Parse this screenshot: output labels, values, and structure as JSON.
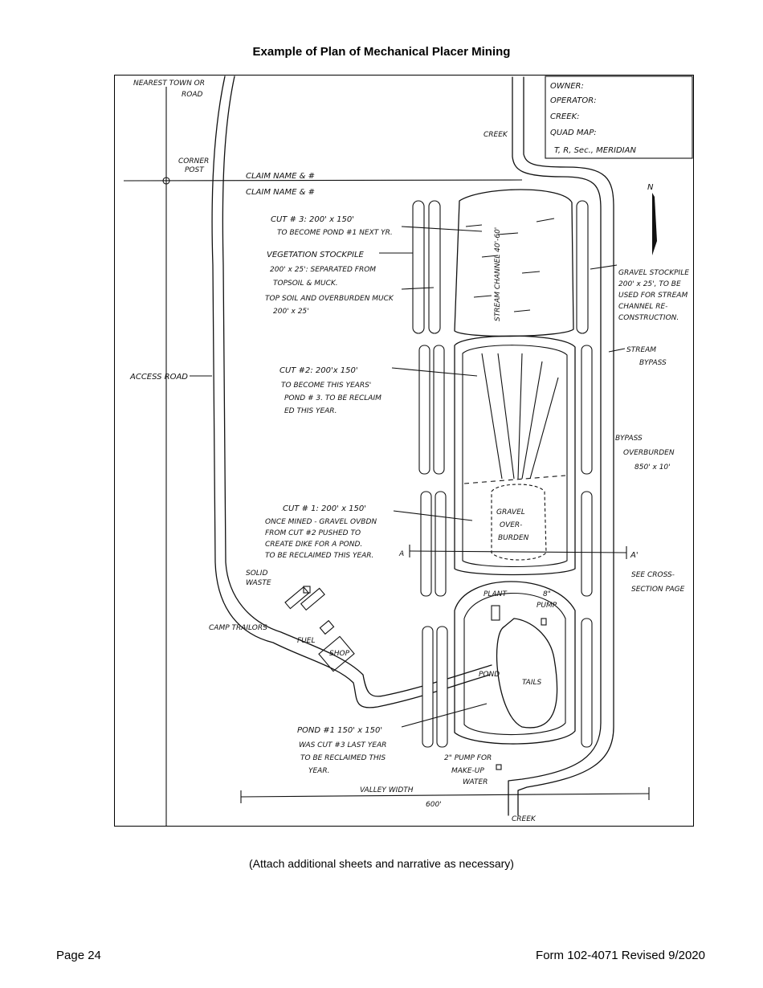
{
  "document": {
    "title": "Example of Plan of Mechanical Placer Mining",
    "attach_note": "(Attach additional sheets and narrative as necessary)",
    "page_number": "Page 24",
    "form_id": "Form 102-4071 Revised 9/2020"
  },
  "plan": {
    "info_box": [
      "OWNER:",
      "OPERATOR:",
      "CREEK:",
      "QUAD MAP:",
      "T, R, Sec., MERIDIAN"
    ],
    "nearest_town": [
      "NEAREST TOWN OR",
      "ROAD"
    ],
    "corner_post": [
      "CORNER",
      "POST"
    ],
    "claim_names": [
      "CLAIM NAME & #",
      "CLAIM NAME & #"
    ],
    "creek_top": "CREEK",
    "creek_bottom": "CREEK",
    "north": "N",
    "stream_channel": "STREAM CHANNEL 40'-60'",
    "cut3": [
      "CUT # 3: 200' x 150'",
      "TO BECOME POND #1 NEXT YR."
    ],
    "veg_stockpile": [
      "VEGETATION STOCKPILE",
      "200' x 25': SEPARATED FROM",
      "TOPSOIL & MUCK."
    ],
    "topsoil": [
      "TOP SOIL AND OVERBURDEN MUCK",
      "200' x 25'"
    ],
    "gravel_stockpile": [
      "GRAVEL STOCKPILE",
      "200' x 25', TO BE",
      "USED FOR STREAM",
      "CHANNEL RE-",
      "CONSTRUCTION."
    ],
    "stream_bypass": [
      "STREAM",
      "BYPASS"
    ],
    "access_road": "ACCESS ROAD",
    "cut2": [
      "CUT #2: 200'x 150'",
      "TO BECOME THIS YEARS'",
      "POND # 3. TO BE RECLAIM",
      "ED THIS YEAR."
    ],
    "bypass_overburden": [
      "BYPASS",
      "OVERBURDEN",
      "850' x 10'"
    ],
    "cut1": [
      "CUT # 1: 200' x 150'",
      "ONCE MINED - GRAVEL OVBDN",
      "FROM CUT #2 PUSHED TO",
      "CREATE DIKE FOR A POND.",
      "TO BE RECLAIMED THIS YEAR."
    ],
    "gravel_overburden": [
      "GRAVEL",
      "OVER-",
      "BURDEN"
    ],
    "section_a": "A",
    "section_a_prime": "A'",
    "cross_section": [
      "SEE CROSS-",
      "SECTION PAGE"
    ],
    "solid_waste": [
      "SOLID",
      "WASTE"
    ],
    "plant": "PLANT",
    "pump8": [
      "8\"",
      "PUMP"
    ],
    "camp_trailers": "CAMP TRAILORS",
    "fuel": "FUEL",
    "shop": "SHOP",
    "pond_label": "POND",
    "tails": "TAILS",
    "pond1": [
      "POND #1  150' x 150'",
      "WAS CUT #3 LAST YEAR",
      "TO BE RECLAIMED THIS",
      "YEAR."
    ],
    "pump2": [
      "2\" PUMP FOR",
      "MAKE-UP",
      "WATER"
    ],
    "valley_width": [
      "VALLEY WIDTH",
      "600'"
    ]
  }
}
